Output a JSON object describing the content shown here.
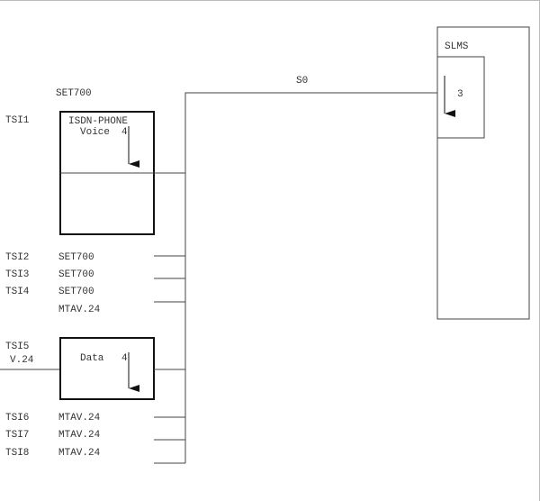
{
  "bus_label": "S0",
  "slms": {
    "label": "SLMS",
    "arrow_number": "3"
  },
  "isdn_phone": {
    "header": "SET700",
    "port": "TSI1",
    "title": "ISDN-PHONE",
    "service": "Voice",
    "arrow_number": "4"
  },
  "rows_top": [
    {
      "port": "TSI2",
      "device": "SET700"
    },
    {
      "port": "TSI3",
      "device": "SET700"
    },
    {
      "port": "TSI4",
      "device": "SET700"
    },
    {
      "port": "",
      "device": "MTAV.24"
    }
  ],
  "data_terminal": {
    "port": "TSI5",
    "interface": "V.24",
    "service": "Data",
    "arrow_number": "4"
  },
  "rows_bottom": [
    {
      "port": "TSI6",
      "device": "MTAV.24"
    },
    {
      "port": "TSI7",
      "device": "MTAV.24"
    },
    {
      "port": "TSI8",
      "device": "MTAV.24"
    }
  ]
}
